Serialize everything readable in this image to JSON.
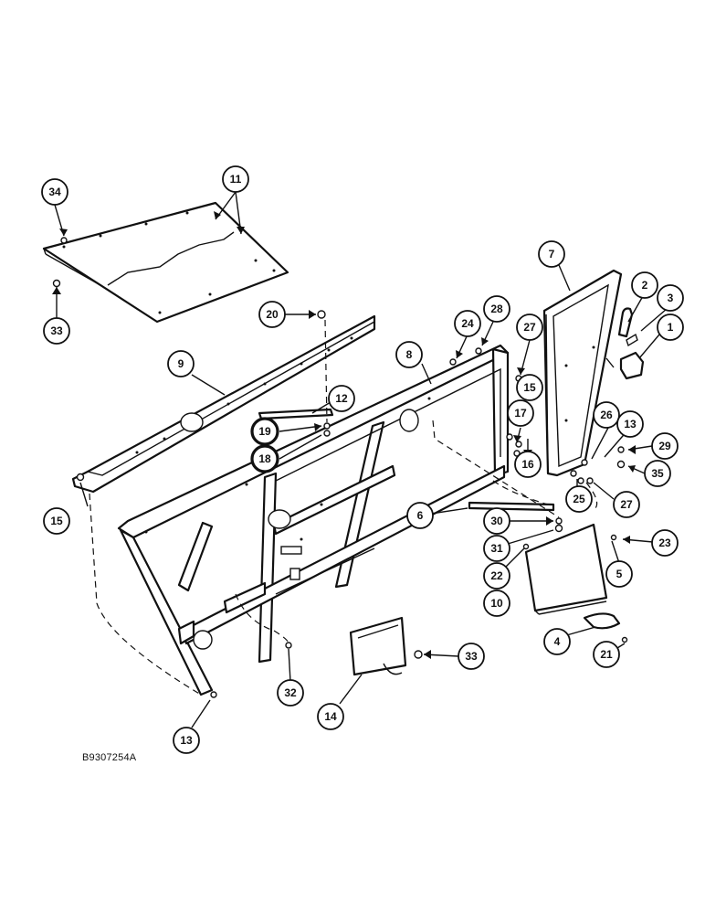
{
  "reference_code": "B9307254A",
  "callouts": [
    "1",
    "2",
    "3",
    "4",
    "5",
    "6",
    "7",
    "8",
    "9",
    "10",
    "11",
    "12",
    "13",
    "14",
    "15",
    "16",
    "17",
    "18",
    "19",
    "20",
    "21",
    "22",
    "23",
    "24",
    "25",
    "26",
    "27",
    "28",
    "29",
    "30",
    "31",
    "32",
    "33",
    "34",
    "35"
  ]
}
